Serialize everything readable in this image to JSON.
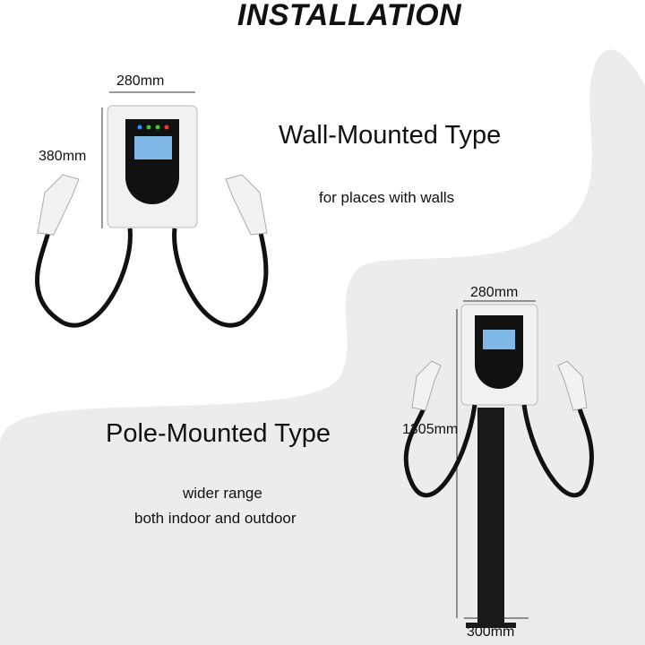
{
  "title": "INSTALLATION",
  "wall": {
    "heading": "Wall-Mounted Type",
    "description": "for places with walls",
    "width_label": "280mm",
    "height_label": "380mm"
  },
  "pole": {
    "heading": "Pole-Mounted Type",
    "description_lines": [
      "wider range",
      "both indoor and outdoor"
    ],
    "width_label": "280mm",
    "height_label": "1305mm",
    "base_label": "300mm"
  },
  "colors": {
    "background_shape": "#ececec",
    "cable": "#111111",
    "charger_body": "#f1f1f1"
  }
}
